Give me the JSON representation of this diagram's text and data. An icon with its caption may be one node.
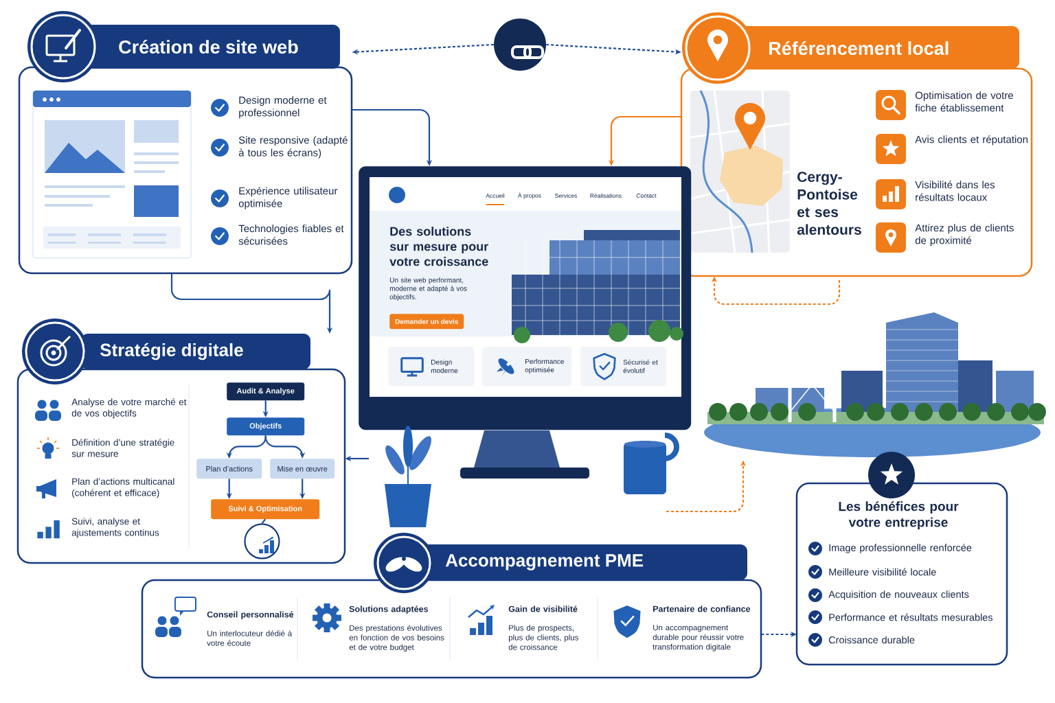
{
  "diagram": {
    "nodes": [
      {
        "text": [
          "Création de site web",
          "Design moderne et professionnel",
          "Site responsive (adapté à tous les écrans)",
          "Expérience utilisateur optimisée",
          "Technologies fiables et sécurisées"
        ]
      },
      {
        "text": [],
        "shape": "circle"
      },
      {
        "text": [
          "Référencement local",
          "Cergy-Pontoise et ses alentours",
          "Optimisation de votre fiche établissement",
          "Avis clients et réputation",
          "Visibilité dans les résultats locaux",
          "Attirez plus de clients de proximité"
        ]
      },
      {
        "text": [
          "Des solutions sur mesure pour votre croissance",
          "Un site web performant, moderne et adapté à vos objectifs."
        ]
      },
      {
        "text": [
          "Demander un devis"
        ],
        "in": 3
      },
      {
        "text": [
          "Design moderne"
        ],
        "in": 3
      },
      {
        "text": [
          "Performance optimisée"
        ],
        "in": 3
      },
      {
        "text": [
          "Sécurisé et évolutif"
        ],
        "in": 3
      },
      {
        "text": [
          "Stratégie digitale",
          "Analyse de votre marché et de vos objectifs",
          "Définition d’une stratégie sur mesure",
          "Plan d’actions multicanal (cohérent et efficace)",
          "Suivi, analyse et ajustements continus"
        ]
      },
      {
        "text": [
          "Audit & Analyse"
        ],
        "in": 8
      },
      {
        "text": [
          "Objectifs"
        ],
        "in": 8
      },
      {
        "text": [
          "Plan d’actions"
        ],
        "in": 8
      },
      {
        "text": [
          "Mise en œuvre"
        ],
        "in": 8
      },
      {
        "text": [
          "Suivi & Optimisation"
        ],
        "in": 8
      },
      {
        "text": [],
        "shape": "circle",
        "in": 8
      },
      {
        "text": [],
        "shape": "picture"
      },
      {
        "text": [
          "Accompagnement PME",
          "Conseil personnalisé",
          "Un interlocuteur dédié à votre écoute",
          "Solutions adaptées",
          "Des prestations évolutives en fonction de vos besoins et de votre budget",
          "Gain de visibilité",
          "Plus de prospects, plus de clients, plus de croissance",
          "Partenaire de confiance",
          "Un accompagnement durable pour réussir votre transformation digitale"
        ]
      },
      {
        "text": [
          "Les bénéfices pour votre entreprise",
          "Image professionnelle renforcée",
          "Meilleure visibilité locale",
          "Acquisition de nouveaux clients",
          "Performance et résultats mesurables",
          "Croissance durable"
        ]
      }
    ],
    "edges": [
      {
        "from": 1,
        "to": 0,
        "arrow": "to",
        "style": "dashed"
      },
      {
        "from": 1,
        "to": 2,
        "arrow": "to",
        "style": "dashed"
      },
      {
        "from": 0,
        "to": 3,
        "arrow": "to"
      },
      {
        "from": 2,
        "to": 3,
        "arrow": "to",
        "color": "#f07d1a"
      },
      {
        "from": 0,
        "to": 8,
        "arrow": "to"
      },
      {
        "from": null,
        "to": 2,
        "arrow": "to",
        "style": "dashed",
        "color": "#f07d1a"
      },
      {
        "from": null,
        "to": 15,
        "arrow": "to",
        "style": "dashed",
        "color": "#f07d1a"
      },
      {
        "from": null,
        "to": 8,
        "arrow": "to"
      },
      {
        "from": 9,
        "to": 10,
        "arrow": "to"
      },
      {
        "from": 10,
        "to": 11,
        "arrow": "to"
      },
      {
        "from": 10,
        "to": 12,
        "arrow": "to"
      },
      {
        "from": 11,
        "to": 13,
        "arrow": "to"
      },
      {
        "from": 12,
        "to": 13,
        "arrow": "to"
      },
      {
        "from": 13,
        "to": 14,
        "arrow": "none"
      },
      {
        "from": 16,
        "to": 17,
        "arrow": "to",
        "style": "dashed"
      }
    ],
    "labels": [
      "Accueil",
      "À propos",
      "Services",
      "Réalisations",
      "Contact"
    ]
  }
}
